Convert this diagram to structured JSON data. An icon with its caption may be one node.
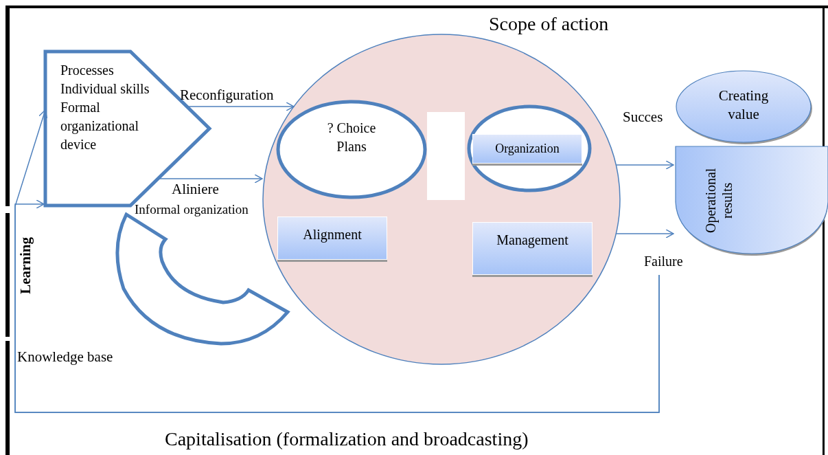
{
  "diagram": {
    "nodes": [
      {
        "text": [
          "Processes",
          "Individual skills",
          "Formal organizational device"
        ]
      },
      {
        "text": [
          "Scope of action"
        ]
      },
      {
        "text": [
          "? Choice Plans"
        ],
        "in": 1
      },
      {
        "text": [],
        "shape": "box",
        "in": 1
      },
      {
        "text": [],
        "shape": "circle",
        "in": 1
      },
      {
        "text": [
          "Organization"
        ],
        "in": 4
      },
      {
        "text": [
          "Alignment"
        ],
        "in": 1
      },
      {
        "text": [
          "Management"
        ],
        "in": 1
      },
      {
        "text": [
          "Creating value"
        ]
      },
      {
        "text": [
          "Operational results"
        ]
      },
      {
        "text": [],
        "shape": "arc"
      }
    ],
    "edges": [
      {
        "from": 0,
        "to": 1,
        "arrow": "to",
        "label": "Reconfiguration"
      },
      {
        "from": 0,
        "to": 1,
        "arrow": "to",
        "label": "Aliniere"
      },
      {
        "from": 1,
        "to": 9,
        "arrow": "to"
      },
      {
        "from": 1,
        "to": 9,
        "arrow": "to"
      },
      {
        "from": null,
        "to": 0,
        "arrow": "to"
      },
      {
        "from": null,
        "to": 0,
        "arrow": "to"
      }
    ],
    "labels": [
      "Informal organization",
      "Succes",
      "Failure",
      "Learning",
      "Knowledge base",
      "Capitalisation (formalization and broadcasting)"
    ]
  }
}
